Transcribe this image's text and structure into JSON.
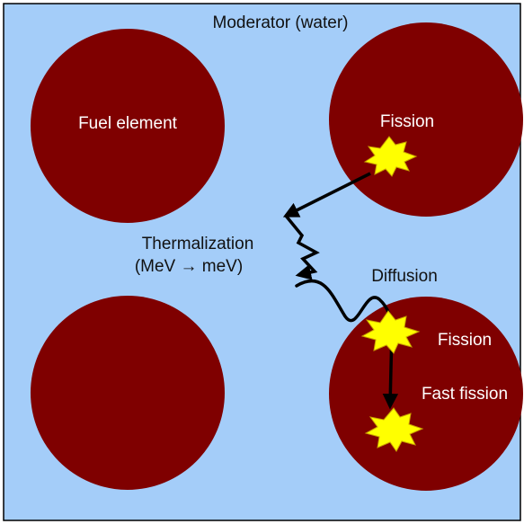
{
  "labels": {
    "moderator": "Moderator (water)",
    "fuel_element": "Fuel element",
    "fission_top": "Fission",
    "thermalization": "Thermalization",
    "energy_change": "(MeV → meV)",
    "diffusion": "Diffusion",
    "fission_bottom": "Fission",
    "fast_fission": "Fast fission"
  },
  "colors": {
    "moderator": "#a4cdf9",
    "fuel": "#7f0000",
    "spark": "#ffff00",
    "spark_outline": "#c8a000",
    "neutron_path": "#000000",
    "border": "#000000"
  }
}
